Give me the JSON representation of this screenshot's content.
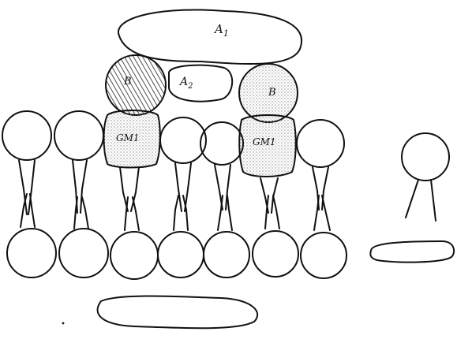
{
  "labels": {
    "a1": "A",
    "a1_sub": "1",
    "a2": "A",
    "a2_sub": "2",
    "b_left": "B",
    "b_right": "B",
    "gm1_left": "GM1",
    "gm1_right": "GM1"
  },
  "colors": {
    "ink": "#111111",
    "stipple": "#555555"
  }
}
